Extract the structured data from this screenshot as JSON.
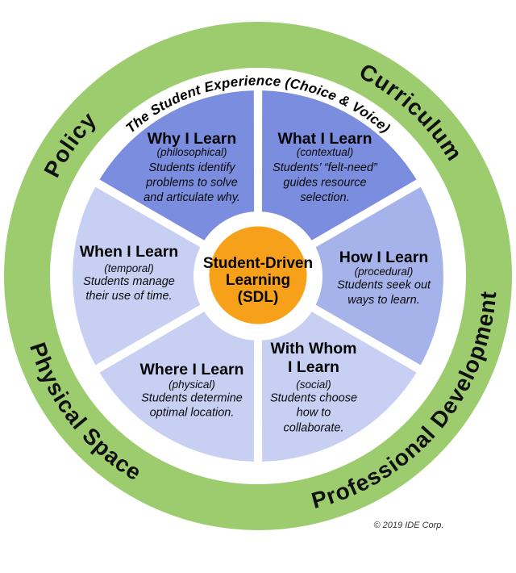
{
  "colors": {
    "ring_green": "#9CCC6E",
    "wedge_dark_blue": "#7B8DDF",
    "wedge_medium_blue": "#A6B3EB",
    "wedge_light_blue": "#C7CFF3",
    "center_orange": "#F7A11A",
    "background": "#FFFFFF"
  },
  "ring": {
    "top_left_label": "Policy",
    "top_right_label": "Curriculum",
    "bottom_left_label": "Physical Space",
    "bottom_right_label": "Professional Development"
  },
  "arc_banner": "The Student Experience (Choice & Voice)",
  "center": {
    "line1": "Student-Driven",
    "line2": "Learning",
    "line3": "(SDL)"
  },
  "segments": [
    {
      "id": "why",
      "title": "Why I Learn",
      "subtitle": "(philosophical)",
      "lines": [
        "Students identify",
        "problems to solve",
        "and articulate why."
      ]
    },
    {
      "id": "what",
      "title": "What I Learn",
      "subtitle": "(contextual)",
      "lines": [
        "Students’ “felt-need”",
        "guides resource",
        "selection."
      ]
    },
    {
      "id": "how",
      "title": "How I Learn",
      "subtitle": "(procedural)",
      "lines": [
        "Students seek out",
        "ways to learn."
      ]
    },
    {
      "id": "with-whom",
      "title": "With Whom",
      "title2": "I Learn",
      "subtitle": "(social)",
      "lines": [
        "Students choose",
        "how to",
        "collaborate."
      ]
    },
    {
      "id": "where",
      "title": "Where I Learn",
      "subtitle": "(physical)",
      "lines": [
        "Students determine",
        "optimal location."
      ]
    },
    {
      "id": "when",
      "title": "When I Learn",
      "subtitle": "(temporal)",
      "lines": [
        "Students manage",
        "their use of time."
      ]
    }
  ],
  "copyright": "© 2019 IDE Corp."
}
